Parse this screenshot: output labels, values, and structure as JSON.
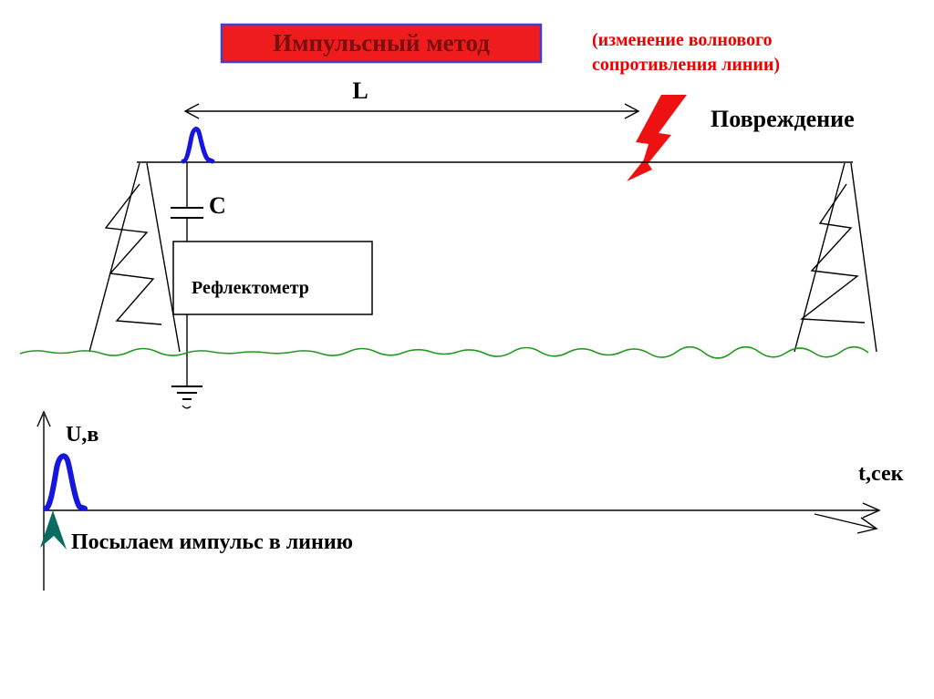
{
  "slide": {
    "title": "Импульсный метод",
    "annotation_line1": "(изменение волнового",
    "annotation_line2": "сопротивления линии)",
    "damage_label": "Повреждение",
    "length_label": "L",
    "capacitor_label": "С",
    "reflectometer_label": "Рефлектометр",
    "graph": {
      "y_axis_label": "U,в",
      "x_axis_label": "t,сек",
      "caption": "Посылаем импульс в линию"
    }
  },
  "colors": {
    "title_box_fill": "#ee1c1c",
    "title_box_border": "#4040cc",
    "title_text": "#7b0e0e",
    "annotation_text": "#ee0000",
    "bolt": "#ee1111",
    "pulse": "#1616dd",
    "ground": "#22991f",
    "teal_arrow": "#0c6b60"
  }
}
